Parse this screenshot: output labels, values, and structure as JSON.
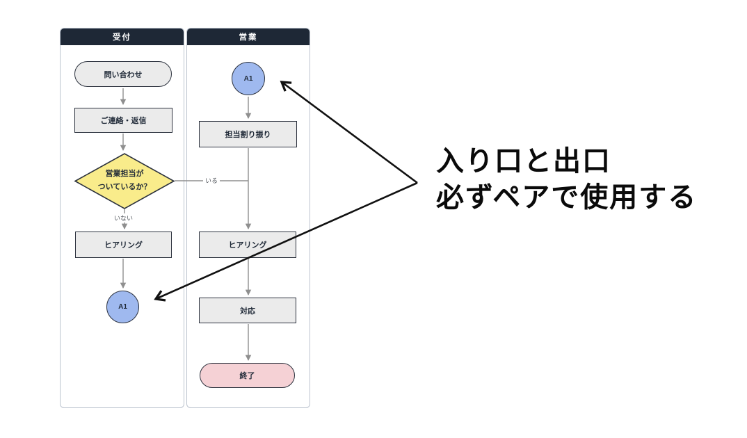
{
  "colors": {
    "lane_header_bg": "#1e2836",
    "lane_header_text": "#ffffff",
    "lane_border": "#bcc4cf",
    "process_fill": "#ebebeb",
    "node_border": "#2b313d",
    "node_text": "#1f2937",
    "connector_fill": "#9fb9ef",
    "decision_fill": "#f9ec8b",
    "end_fill": "#f5d1d5",
    "edge_line": "#8f8f8f",
    "edge_label_text": "#54585e",
    "annotation_text": "#0a0a0a",
    "annotation_arrow": "#111111"
  },
  "lanes": [
    {
      "label": "受付"
    },
    {
      "label": "営業"
    }
  ],
  "nodes": {
    "inquiry": "問い合わせ",
    "contact_reply": "ご連絡・返信",
    "decision": "営業担当が\nついているか？",
    "hearing_reception": "ヒアリング",
    "a1_exit": "A1",
    "a1_entry": "A1",
    "assign": "担当割り振り",
    "hearing_sales": "ヒアリング",
    "respond": "対応",
    "end": "終了"
  },
  "edge_labels": {
    "yes": "いる",
    "no": "いない"
  },
  "annotation": {
    "line1": "入り口と出口",
    "line2": "必ずペアで使用する"
  }
}
